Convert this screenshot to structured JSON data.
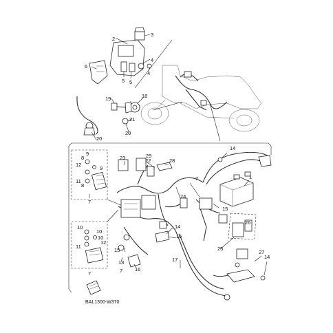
{
  "diagram": {
    "code": "BAL1300-W370",
    "callouts": [
      {
        "id": "c1",
        "text": "1"
      },
      {
        "id": "c2",
        "text": "2"
      },
      {
        "id": "c3",
        "text": "3"
      },
      {
        "id": "c4a",
        "text": "4"
      },
      {
        "id": "c4b",
        "text": "4"
      },
      {
        "id": "c5a",
        "text": "5"
      },
      {
        "id": "c5b",
        "text": "5"
      },
      {
        "id": "c6",
        "text": "6"
      },
      {
        "id": "c7a",
        "text": "7"
      },
      {
        "id": "c7b",
        "text": "7"
      },
      {
        "id": "c7c",
        "text": "7"
      },
      {
        "id": "c7d",
        "text": "7"
      },
      {
        "id": "c8a",
        "text": "8"
      },
      {
        "id": "c8b",
        "text": "8"
      },
      {
        "id": "c9a",
        "text": "9"
      },
      {
        "id": "c9b",
        "text": "9"
      },
      {
        "id": "c10a",
        "text": "10"
      },
      {
        "id": "c10b",
        "text": "10"
      },
      {
        "id": "c10c",
        "text": "10"
      },
      {
        "id": "c11a",
        "text": "11"
      },
      {
        "id": "c11b",
        "text": "11"
      },
      {
        "id": "c12a",
        "text": "12"
      },
      {
        "id": "c12b",
        "text": "12"
      },
      {
        "id": "c13",
        "text": "13"
      },
      {
        "id": "c14a",
        "text": "14"
      },
      {
        "id": "c14b",
        "text": "14"
      },
      {
        "id": "c14c",
        "text": "14"
      },
      {
        "id": "c15a",
        "text": "15"
      },
      {
        "id": "c15b",
        "text": "15"
      },
      {
        "id": "c16a",
        "text": "16"
      },
      {
        "id": "c16b",
        "text": "16"
      },
      {
        "id": "c17",
        "text": "17"
      },
      {
        "id": "c18",
        "text": "18"
      },
      {
        "id": "c19",
        "text": "19"
      },
      {
        "id": "c20a",
        "text": "20"
      },
      {
        "id": "c20b",
        "text": "20"
      },
      {
        "id": "c21",
        "text": "21"
      },
      {
        "id": "c22",
        "text": "22"
      },
      {
        "id": "c23",
        "text": "23"
      },
      {
        "id": "c24",
        "text": "24"
      },
      {
        "id": "c25",
        "text": "25"
      },
      {
        "id": "c26",
        "text": "26"
      },
      {
        "id": "c27",
        "text": "27"
      },
      {
        "id": "c28",
        "text": "28"
      },
      {
        "id": "c29",
        "text": "29"
      }
    ]
  }
}
